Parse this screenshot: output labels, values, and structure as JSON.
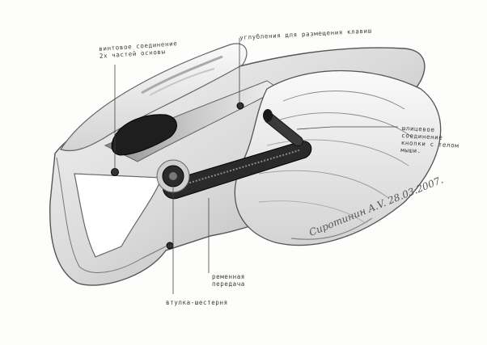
{
  "sketch": {
    "annotations": {
      "screw_joint": "винтовое соединение\n2х частей основы",
      "grooves": "углубления для размещения клавиш",
      "spline_joint": "шлицевое\nсоединение\nкнопки с телом\nмыши.",
      "belt_drive": "ременная\nпередача",
      "bushing_gear": "втулка-шестерня"
    },
    "signature": "Сиротинин A.V. 28.03.2007."
  }
}
